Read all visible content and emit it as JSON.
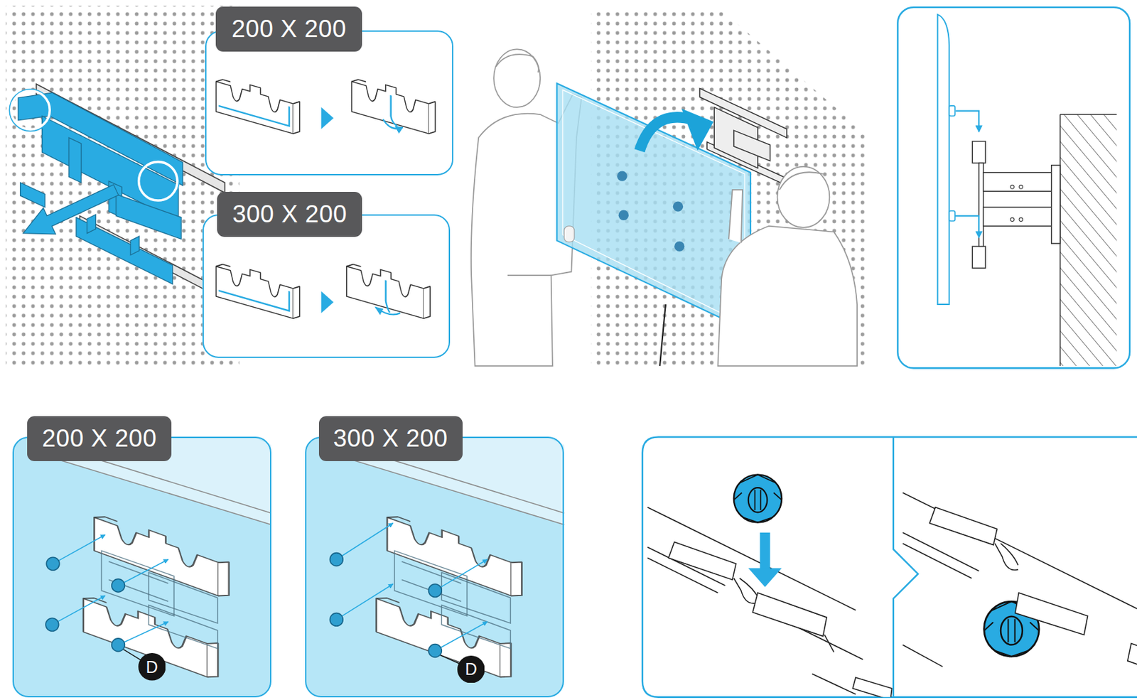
{
  "diagram": {
    "nodes": [
      {
        "text": [
          "200 X 200"
        ]
      },
      {
        "text": [
          "300 X 200"
        ]
      },
      {
        "text": [
          "200 X 200"
        ]
      },
      {
        "text": [
          "D"
        ],
        "in": 2
      },
      {
        "text": [
          "300 X 200"
        ]
      },
      {
        "text": [
          "D"
        ],
        "in": 4
      }
    ]
  }
}
